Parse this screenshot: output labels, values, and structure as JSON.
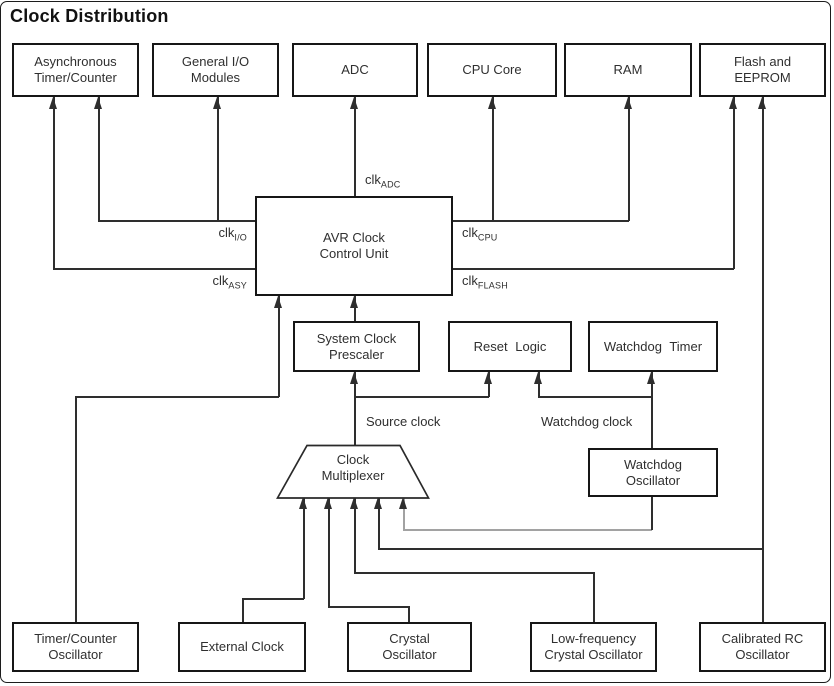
{
  "title": "Clock Distribution",
  "colors": {
    "line": "#2e2e2e",
    "muted_line": "#a2a2a2",
    "box_border": "#161616",
    "text": "#2f2f2f",
    "background": "#ffffff"
  },
  "boxes": {
    "async_timer_counter": "Asynchronous\nTimer/Counter",
    "general_io_modules": "General I/O\nModules",
    "adc": "ADC",
    "cpu_core": "CPU Core",
    "ram": "RAM",
    "flash_eeprom": "Flash and\nEEPROM",
    "avr_clock_control_unit": "AVR Clock\nControl Unit",
    "system_clock_prescaler": "System Clock\nPrescaler",
    "reset_logic": "Reset Logic",
    "watchdog_timer": "Watchdog Timer",
    "watchdog_oscillator": "Watchdog\nOscillator",
    "clock_multiplexer": "Clock\nMultiplexer",
    "timer_counter_oscillator": "Timer/Counter\nOscillator",
    "external_clock": "External Clock",
    "crystal_oscillator": "Crystal\nOscillator",
    "low_frequency_crystal_oscillator": "Low-frequency\nCrystal Oscillator",
    "calibrated_rc_oscillator": "Calibrated RC\nOscillator"
  },
  "clock_signals": {
    "adc": {
      "base": "clk",
      "sub": "ADC"
    },
    "io": {
      "base": "clk",
      "sub": "I/O"
    },
    "asy": {
      "base": "clk",
      "sub": "ASY"
    },
    "cpu": {
      "base": "clk",
      "sub": "CPU"
    },
    "flash": {
      "base": "clk",
      "sub": "FLASH"
    }
  },
  "flow_labels": {
    "source_clock": "Source clock",
    "watchdog_clock": "Watchdog clock"
  }
}
